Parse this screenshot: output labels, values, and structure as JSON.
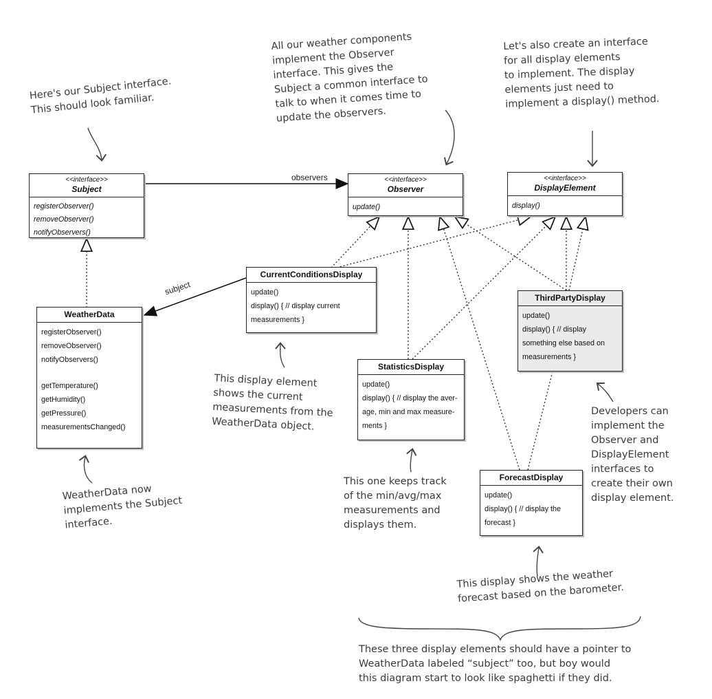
{
  "classes": {
    "subject": {
      "stereotype": "<<interface>>",
      "name": "Subject",
      "methods": [
        "registerObserver()",
        "removeObserver()",
        "notifyObservers()"
      ]
    },
    "observer": {
      "stereotype": "<<interface>>",
      "name": "Observer",
      "methods": [
        "update()"
      ]
    },
    "display_element": {
      "stereotype": "<<interface>>",
      "name": "DisplayElement",
      "methods": [
        "display()"
      ]
    },
    "current_conditions": {
      "name": "CurrentConditionsDisplay",
      "methods": [
        "update()",
        "display() { // display current",
        "measurements }"
      ]
    },
    "weather_data": {
      "name": "WeatherData",
      "methods": [
        "registerObserver()",
        "removeObserver()",
        "notifyObservers()"
      ],
      "methods2": [
        "getTemperature()",
        "getHumidity()",
        "getPressure()",
        "measurementsChanged()"
      ]
    },
    "statistics": {
      "name": "StatisticsDisplay",
      "methods": [
        "update()",
        "display() { // display the aver-",
        "age, min and max measure-",
        "ments }"
      ]
    },
    "third_party": {
      "name": "ThirdPartyDisplay",
      "methods": [
        "update()",
        "display() { // display",
        "something else based on",
        "measurements }"
      ]
    },
    "forecast": {
      "name": "ForecastDisplay",
      "methods": [
        "update()",
        "display() { // display the",
        "forecast }"
      ]
    }
  },
  "labels": {
    "observers": "observers",
    "subject": "subject"
  },
  "notes": {
    "subject_note": "Here's our Subject interface.\nThis should look familiar.",
    "observer_note": "All our weather components\nimplement the Observer\ninterface. This gives the\nSubject a common interface to\ntalk to when it comes time to\nupdate the observers.",
    "display_note": "Let's also create an interface\nfor all display elements\nto implement. The display\nelements just need to\nimplement a display() method.",
    "current_note": "This display element\nshows the current\nmeasurements from the\nWeatherData object.",
    "weatherdata_note": "WeatherData now\nimplements the Subject\ninterface.",
    "statistics_note": "This one keeps track\nof the min/avg/max\nmeasurements and\ndisplays them.",
    "developers_note": "Developers can\nimplement the\nObserver and\nDisplayElement\ninterfaces to\ncreate their own\ndisplay element.",
    "forecast_note": "This display shows the weather\nforecast based on the barometer.",
    "spaghetti_note": "These three display elements should have a pointer to\nWeatherData labeled “subject” too, but boy would\nthis diagram start to look like spaghetti if they did."
  }
}
